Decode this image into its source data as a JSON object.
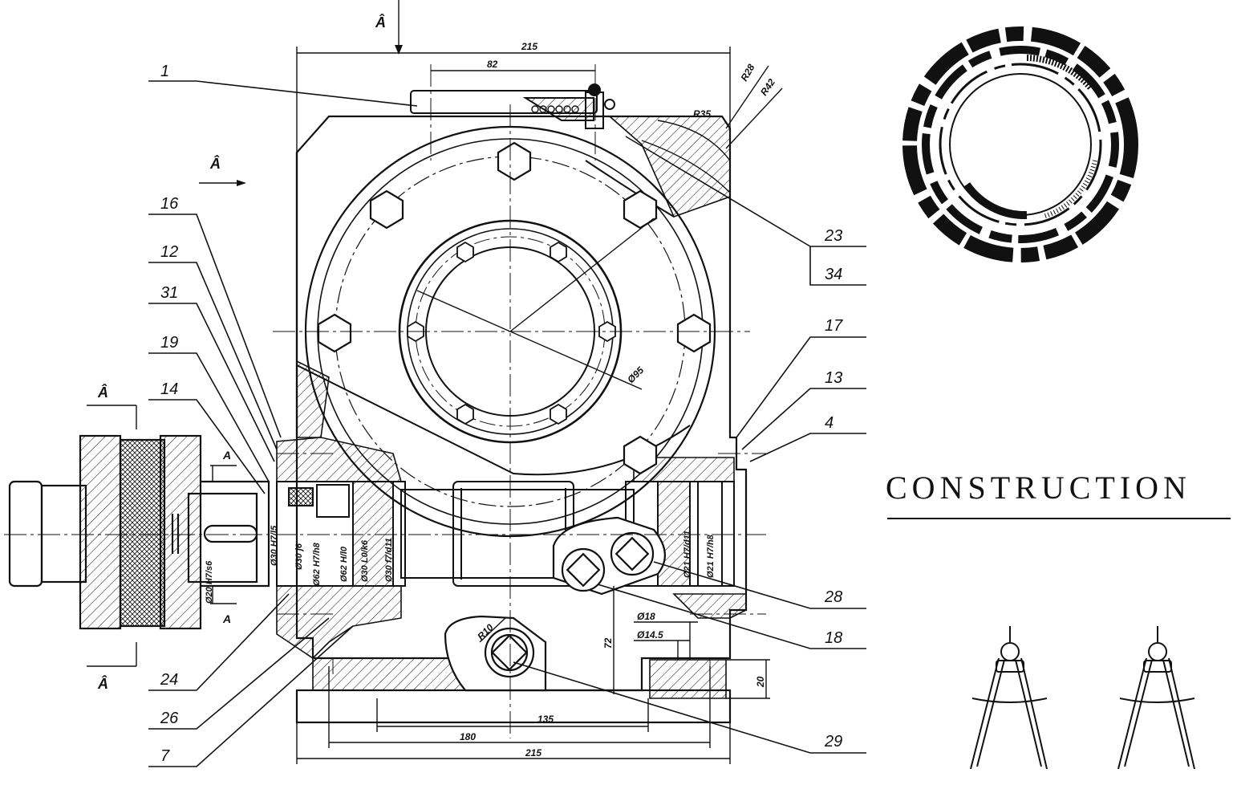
{
  "banner": {
    "title": "CONSTRUCTION"
  },
  "section_marks": [
    "Â",
    "Â",
    "Â",
    "Â",
    "A",
    "A"
  ],
  "callouts_left": [
    {
      "id": "c1",
      "label": "1"
    },
    {
      "id": "c16",
      "label": "16"
    },
    {
      "id": "c12",
      "label": "12"
    },
    {
      "id": "c31",
      "label": "31"
    },
    {
      "id": "c19",
      "label": "19"
    },
    {
      "id": "c14",
      "label": "14"
    },
    {
      "id": "c24",
      "label": "24"
    },
    {
      "id": "c26",
      "label": "26"
    },
    {
      "id": "c7",
      "label": "7"
    }
  ],
  "callouts_right": [
    {
      "id": "c23",
      "label": "23"
    },
    {
      "id": "c34",
      "label": "34"
    },
    {
      "id": "c17",
      "label": "17"
    },
    {
      "id": "c13",
      "label": "13"
    },
    {
      "id": "c4",
      "label": "4"
    },
    {
      "id": "c28",
      "label": "28"
    },
    {
      "id": "c18",
      "label": "18"
    },
    {
      "id": "c29",
      "label": "29"
    }
  ],
  "dimensions": {
    "top_width": "215",
    "cover_width": "82",
    "r28": "R28",
    "r42": "R42",
    "r35": "R35",
    "bore_dia": "Ø95",
    "bottom_inner": "135",
    "bottom_mid": "180",
    "bottom_width": "215",
    "height_72": "72",
    "height_20": "20",
    "dia_18": "Ø18",
    "dia_14_5": "Ø14.5",
    "r10": "R10",
    "fit_1": "Ø30 H7/l5",
    "fit_2": "Ø30 j6",
    "fit_3": "Ø62 H7/h8",
    "fit_4": "Ø62 H/l0",
    "fit_5": "Ø30 L0/k6",
    "fit_6": "Ø30 f7/d11",
    "fit_7": "Ø21 H7/d11",
    "fit_8": "Ø21 H7/h8",
    "fit_9": "Ø20 H7/s6"
  }
}
